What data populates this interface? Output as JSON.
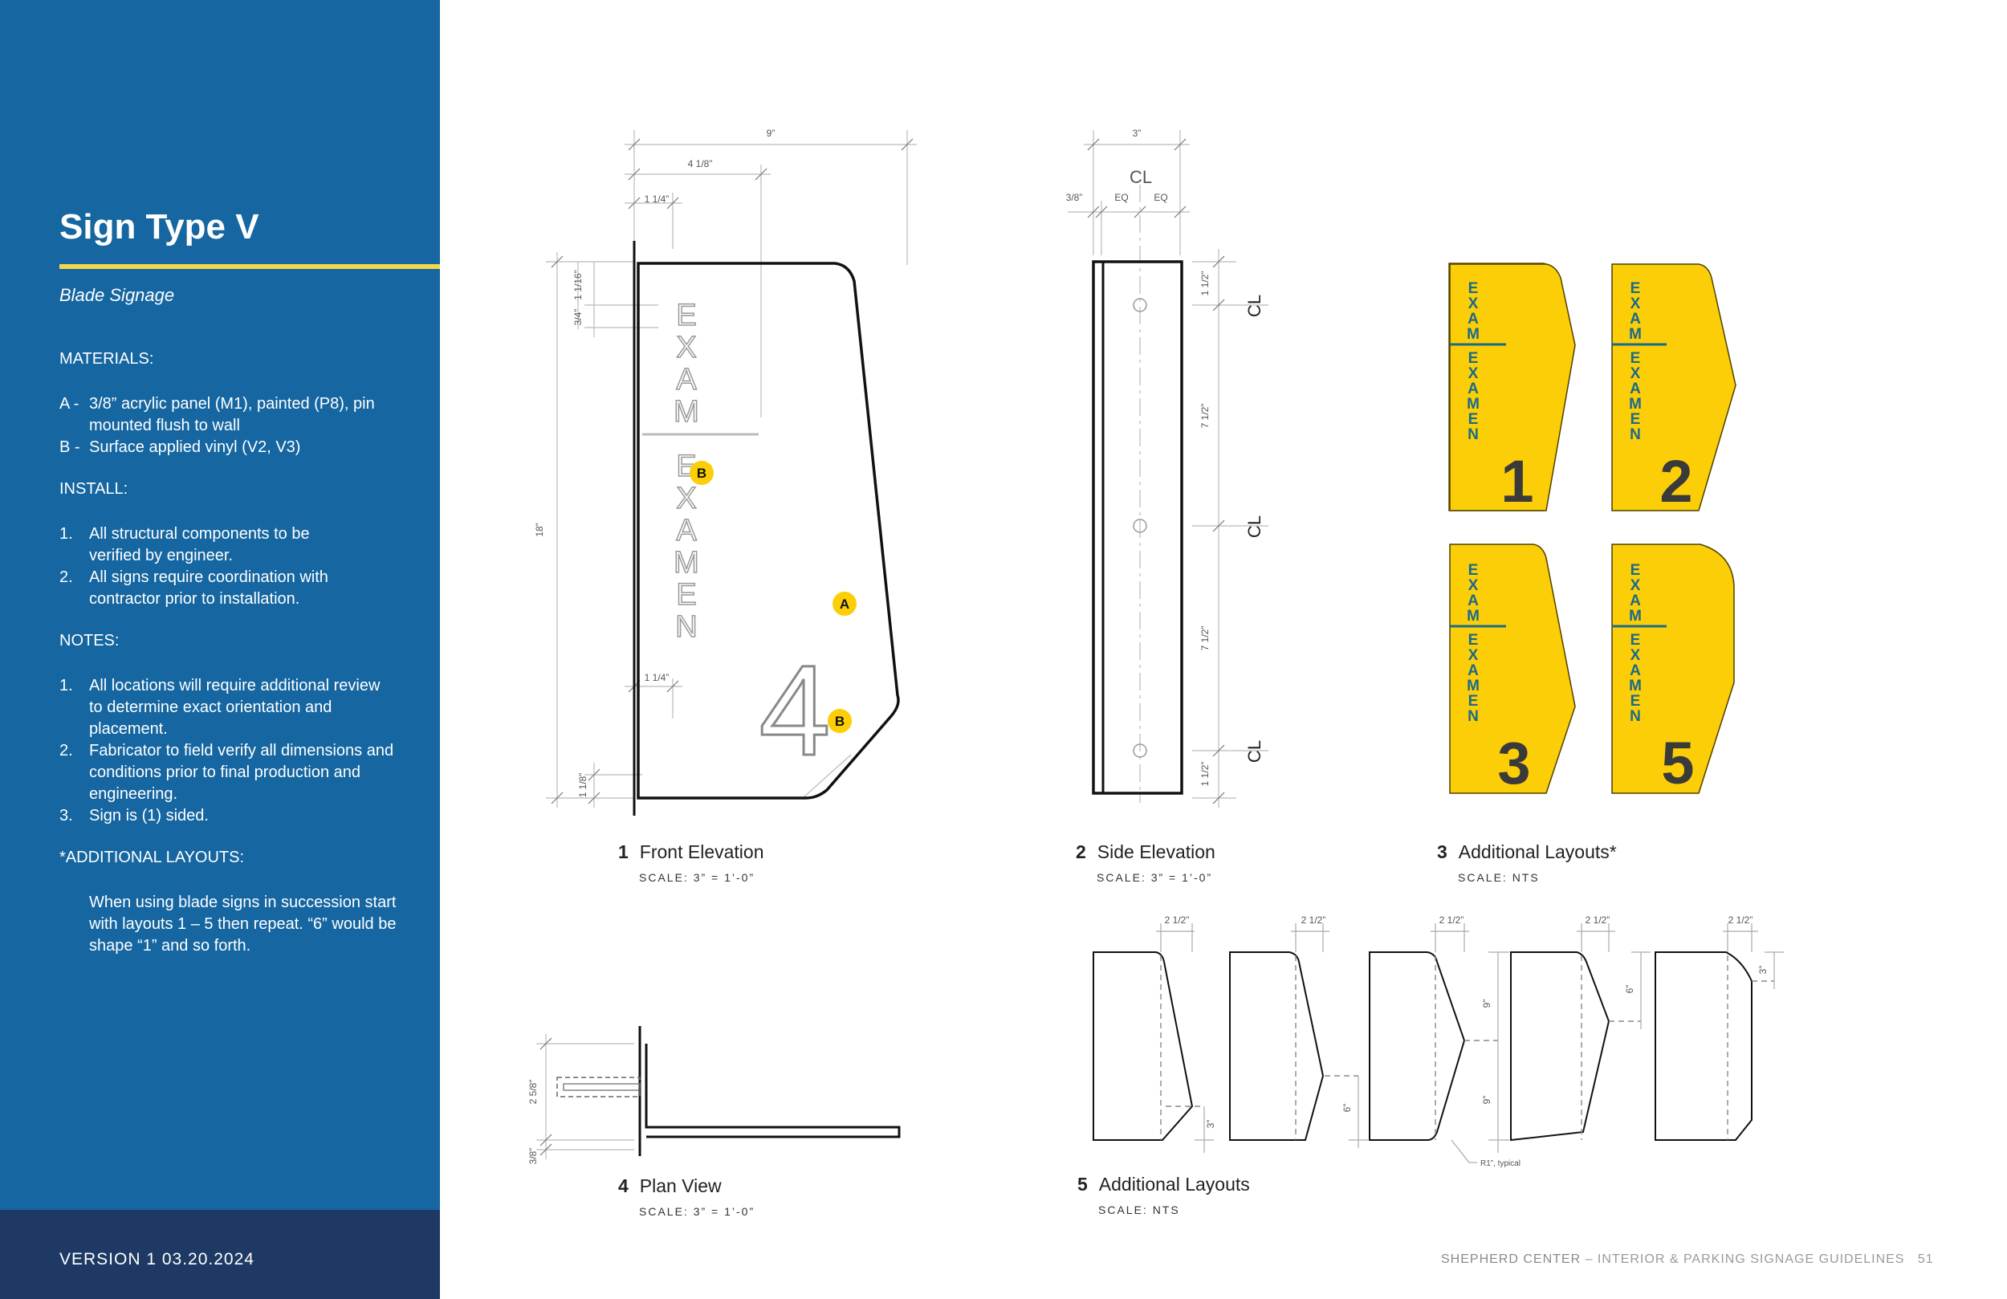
{
  "sidebar": {
    "title": "Sign Type V",
    "subtitle": "Blade Signage",
    "materials_header": "MATERIALS:",
    "materials": [
      {
        "marker": "A -",
        "text": "3/8” acrylic panel (M1), painted (P8), pin mounted flush to wall"
      },
      {
        "marker": "B -",
        "text": "Surface applied vinyl (V2, V3)"
      }
    ],
    "install_header": "INSTALL:",
    "install": [
      {
        "marker": "1.",
        "text": "All structural components to be verified by engineer."
      },
      {
        "marker": "2.",
        "text": "All signs require coordination with contractor prior to installation."
      }
    ],
    "notes_header": "NOTES:",
    "notes": [
      {
        "marker": "1.",
        "text": "All locations will require additional review to determine exact orientation and placement."
      },
      {
        "marker": "2.",
        "text": "Fabricator to field verify all dimensions and conditions prior to final production and engineering."
      },
      {
        "marker": "3.",
        "text": "Sign is (1) sided."
      }
    ],
    "additional_header": "*ADDITIONAL LAYOUTS:",
    "additional_text": "When using blade signs in succession start with layouts 1 – 5 then repeat. “6” would be shape “1” and so forth.",
    "version": "VERSION 1  03.20.2024"
  },
  "drawings": {
    "front": {
      "num": "1",
      "label": "Front Elevation",
      "scale": "SCALE: 3” = 1’-0”"
    },
    "side": {
      "num": "2",
      "label": "Side Elevation",
      "scale": "SCALE: 3” = 1’-0”"
    },
    "layouts": {
      "num": "3",
      "label": "Additional Layouts*",
      "scale": "SCALE: NTS"
    },
    "plan": {
      "num": "4",
      "label": "Plan View",
      "scale": "SCALE: 3” = 1’-0”"
    },
    "additional": {
      "num": "5",
      "label": "Additional Layouts",
      "scale": "SCALE: NTS"
    }
  },
  "sign": {
    "line1": "EXAM",
    "line2": "EXAMEN",
    "callout_a": "A",
    "callout_b": "B",
    "front_number": "4",
    "layout_numbers": [
      "1",
      "2",
      "3",
      "5"
    ]
  },
  "dimensions": {
    "front_width": "9”",
    "front_half": "4 1/8”",
    "front_margin": "1 1/4”",
    "front_margin_lower": "1 1/4”",
    "front_height": "18”",
    "front_top_a": "3/4”",
    "front_top_b": "1 1/16”",
    "front_bottom": "1 1/8”",
    "side_width": "3”",
    "side_cl": "CL",
    "side_eq": "EQ",
    "side_small": "3/8”",
    "side_top": "1 1/2”",
    "side_mid": "7 1/2”",
    "side_bottom": "1 1/2”",
    "plan_a": "2 5/8”",
    "plan_b": "3/8”",
    "add_offset": "2 1/2”",
    "add_nine": "9”",
    "add_six": "6”",
    "add_three": "3”",
    "add_radius": "R1”, typical"
  },
  "footer": {
    "brand": "SHEPHERD CENTER",
    "rest": " – INTERIOR & PARKING SIGNAGE GUIDELINES",
    "page": "51"
  },
  "colors": {
    "sidebar": "#1566a1",
    "sidebar_footer": "#1e3a64",
    "accent_rule": "#f5d84a",
    "sign_yellow": "#fbce07",
    "sign_text": "#1b6a8a",
    "sign_number": "#3a3a3a"
  }
}
